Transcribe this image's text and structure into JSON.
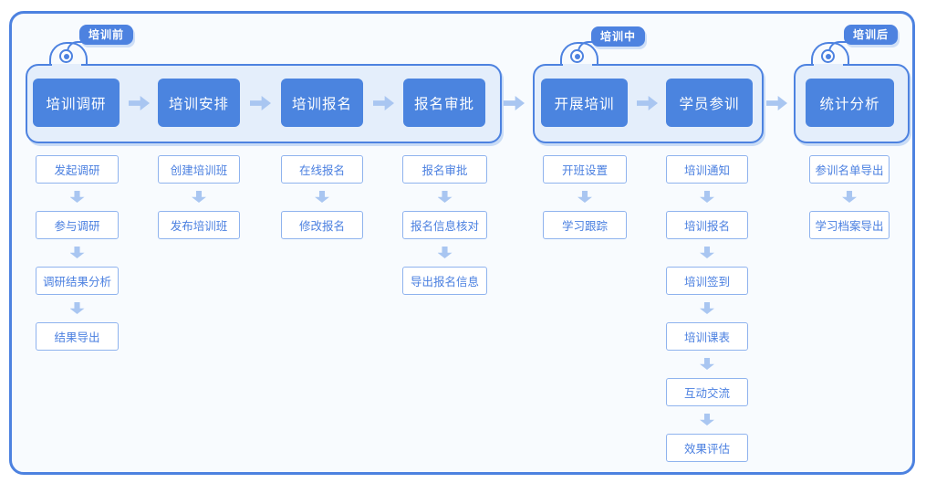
{
  "phases": [
    {
      "badge": "培训前",
      "main_steps": [
        "培训调研",
        "培训安排",
        "培训报名",
        "报名审批"
      ],
      "columns": [
        [
          "发起调研",
          "参与调研",
          "调研结果分析",
          "结果导出"
        ],
        [
          "创建培训班",
          "发布培训班"
        ],
        [
          "在线报名",
          "修改报名"
        ],
        [
          "报名审批",
          "报名信息核对",
          "导出报名信息"
        ]
      ]
    },
    {
      "badge": "培训中",
      "main_steps": [
        "开展培训",
        "学员参训"
      ],
      "columns": [
        [
          "开班设置",
          "学习跟踪"
        ],
        [
          "培训通知",
          "培训报名",
          "培训签到",
          "培训课表",
          "互动交流",
          "效果评估"
        ]
      ]
    },
    {
      "badge": "培训后",
      "main_steps": [
        "统计分析"
      ],
      "columns": [
        [
          "参训名单导出",
          "学习档案导出"
        ]
      ]
    }
  ],
  "colors": {
    "primary": "#4d82e0",
    "main_box_fill": "#4b84df",
    "arrow": "#a9c6f1",
    "group_fill": "#e4eefb",
    "frame_fill": "#f8fbfe",
    "sub_box_border": "#8fb3ee",
    "sub_box_text": "#4a7fe0",
    "badge_text": "#ffffff"
  }
}
